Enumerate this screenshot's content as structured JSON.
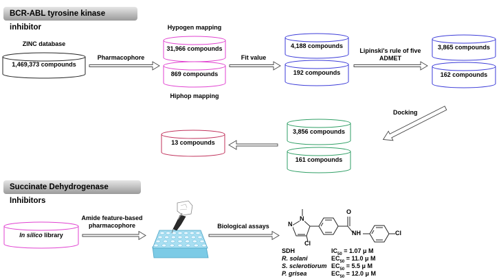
{
  "section1": {
    "title": "BCR-ABL tyrosine kinase inhibitor",
    "zinc": {
      "caption": "ZINC database",
      "count": "1,469,373 compounds"
    },
    "pharmacophore_label": "Pharmacophore",
    "hypogen": {
      "label": "Hypogen mapping",
      "count": "31,966 compounds"
    },
    "hiphop": {
      "label": "Hiphop mapping",
      "count": "869 compounds"
    },
    "fit_value_label": "Fit value",
    "fit": {
      "top": "4,188 compounds",
      "bottom": "192 compounds"
    },
    "lipinski_label_1": "Lipinski's rule of five",
    "lipinski_label_2": "ADMET",
    "admet": {
      "top": "3,865 compounds",
      "bottom": "162 compounds"
    },
    "docking_label": "Docking",
    "docking": {
      "top": "3,856 compounds",
      "bottom": "161 compounds"
    },
    "final": "13 compounds"
  },
  "section2": {
    "title": "Succinate Dehydrogenase Inhibitors",
    "library_italic": "In silico",
    "library_rest": " library",
    "amide_label_1": "Amide feature-based",
    "amide_label_2": "pharmacophore",
    "bio_label": "Biological assays",
    "structure": {
      "cl_right": "Cl",
      "cl_bottom": "Cl",
      "nh": "NH",
      "o": "O",
      "n_top": "N",
      "n_ring": "N"
    },
    "results": [
      {
        "target": "SDH",
        "italic": false,
        "metric_pre": "IC",
        "metric_sub": "50",
        "value": "= 1.07",
        "unit": "μ M"
      },
      {
        "target": "R. solani",
        "italic": true,
        "metric_pre": "EC",
        "metric_sub": "50",
        "value": "= 11.0",
        "unit": "μ M"
      },
      {
        "target": "S. sclerotiorum",
        "italic": true,
        "metric_pre": "EC",
        "metric_sub": "50",
        "value": "= 5.5",
        "unit": "μ M"
      },
      {
        "target": "P. grisea",
        "italic": true,
        "metric_pre": "EC",
        "metric_sub": "50",
        "value": "= 12.0",
        "unit": "μ M"
      }
    ]
  },
  "colors": {
    "black": "#222222",
    "magenta": "#e040d0",
    "blue": "#3a3ad8",
    "green": "#2e9e64",
    "crimson": "#c0305a",
    "plate": "#a8dff2"
  }
}
